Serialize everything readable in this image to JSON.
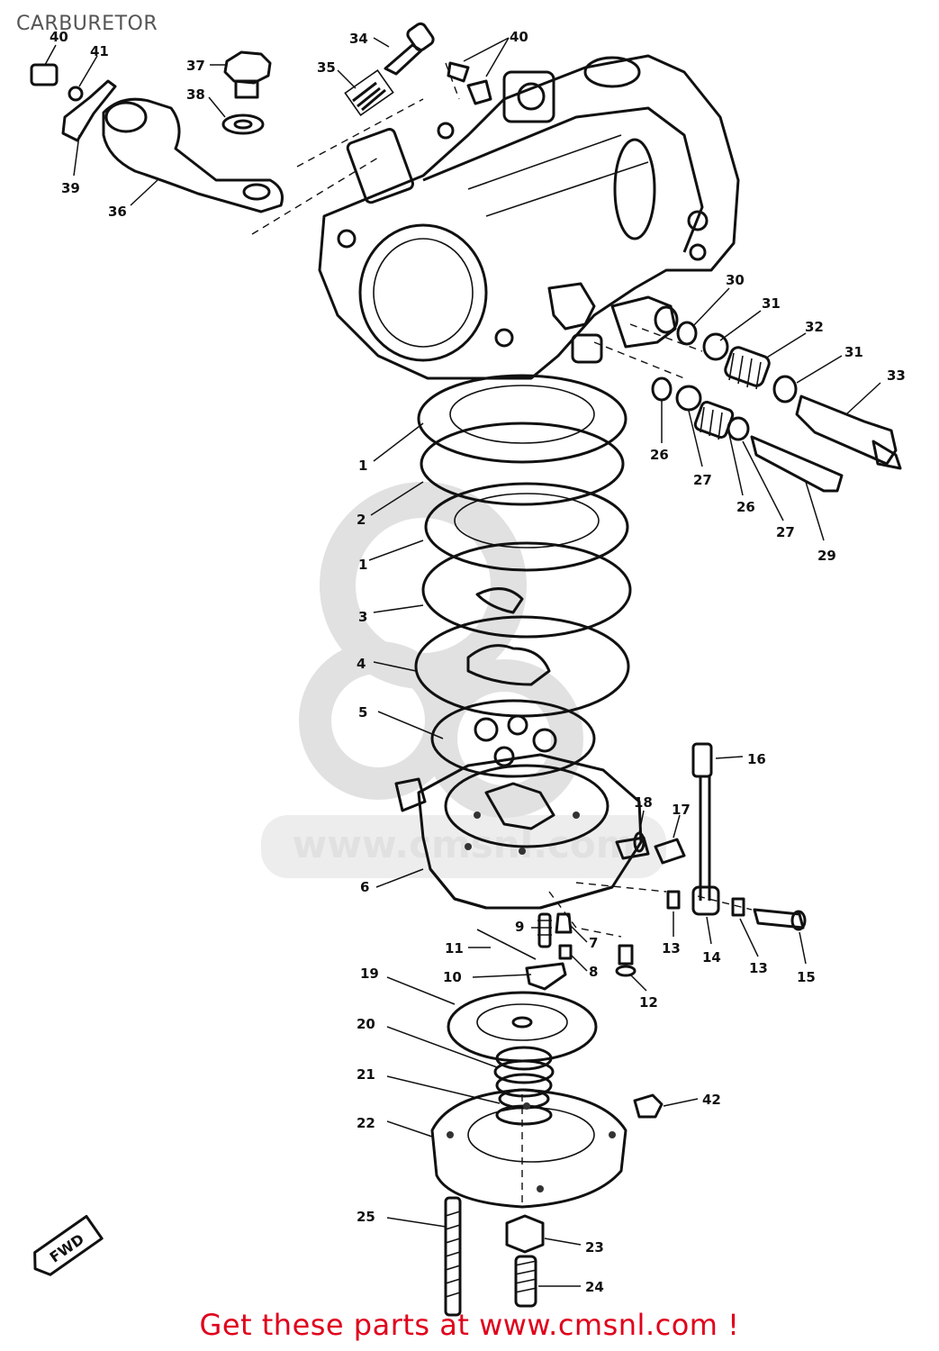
{
  "title": "CARBURETOR",
  "footer": "Get these parts at www.cmsnl.com !",
  "watermark": "www.cmsnl.com",
  "fwd_mark": "FWD",
  "colors": {
    "footer": "#e0001b",
    "title": "#555555",
    "line": "#111111"
  },
  "callouts": [
    {
      "id": "c40a",
      "label": "40"
    },
    {
      "id": "c41",
      "label": "41"
    },
    {
      "id": "c39",
      "label": "39"
    },
    {
      "id": "c36",
      "label": "36"
    },
    {
      "id": "c37",
      "label": "37"
    },
    {
      "id": "c38",
      "label": "38"
    },
    {
      "id": "c34",
      "label": "34"
    },
    {
      "id": "c35",
      "label": "35"
    },
    {
      "id": "c40b",
      "label": "40"
    },
    {
      "id": "c30",
      "label": "30"
    },
    {
      "id": "c31a",
      "label": "31"
    },
    {
      "id": "c32",
      "label": "32"
    },
    {
      "id": "c31b",
      "label": "31"
    },
    {
      "id": "c33",
      "label": "33"
    },
    {
      "id": "c26a",
      "label": "26"
    },
    {
      "id": "c27a",
      "label": "27"
    },
    {
      "id": "c26b",
      "label": "26"
    },
    {
      "id": "c27b",
      "label": "27"
    },
    {
      "id": "c29",
      "label": "29"
    },
    {
      "id": "c1a",
      "label": "1"
    },
    {
      "id": "c2",
      "label": "2"
    },
    {
      "id": "c1b",
      "label": "1"
    },
    {
      "id": "c3",
      "label": "3"
    },
    {
      "id": "c4",
      "label": "4"
    },
    {
      "id": "c5",
      "label": "5"
    },
    {
      "id": "c16",
      "label": "16"
    },
    {
      "id": "c18",
      "label": "18"
    },
    {
      "id": "c17",
      "label": "17"
    },
    {
      "id": "c6",
      "label": "6"
    },
    {
      "id": "c13a",
      "label": "13"
    },
    {
      "id": "c14",
      "label": "14"
    },
    {
      "id": "c13b",
      "label": "13"
    },
    {
      "id": "c15",
      "label": "15"
    },
    {
      "id": "c9",
      "label": "9"
    },
    {
      "id": "c7",
      "label": "7"
    },
    {
      "id": "c11",
      "label": "11"
    },
    {
      "id": "c8",
      "label": "8"
    },
    {
      "id": "c10",
      "label": "10"
    },
    {
      "id": "c12",
      "label": "12"
    },
    {
      "id": "c19",
      "label": "19"
    },
    {
      "id": "c20",
      "label": "20"
    },
    {
      "id": "c21",
      "label": "21"
    },
    {
      "id": "c42",
      "label": "42"
    },
    {
      "id": "c22",
      "label": "22"
    },
    {
      "id": "c25",
      "label": "25"
    },
    {
      "id": "c23",
      "label": "23"
    },
    {
      "id": "c24",
      "label": "24"
    }
  ]
}
